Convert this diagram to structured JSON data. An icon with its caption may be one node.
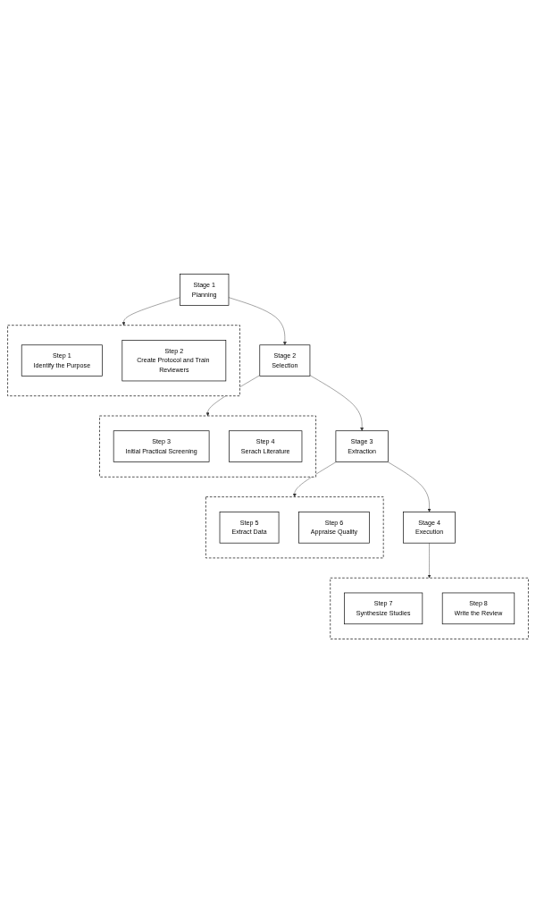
{
  "diagram": {
    "nodes": [
      {
        "text": [
          "Stage 1",
          "Planning"
        ]
      },
      {
        "text": [],
        "shape": "box"
      },
      {
        "text": [
          "Step 1",
          "Identify the Purpose"
        ],
        "in": 1
      },
      {
        "text": [
          "Step 2",
          "Create Protocol and Train Reviewers"
        ],
        "in": 1
      },
      {
        "text": [
          "Stage 2",
          "Selection"
        ]
      },
      {
        "text": [],
        "shape": "box"
      },
      {
        "text": [
          "Step 3",
          "Initial Practical Screening"
        ],
        "in": 5
      },
      {
        "text": [
          "Step 4",
          "Serach Literature"
        ],
        "in": 5
      },
      {
        "text": [
          "Stage 3",
          "Extraction"
        ]
      },
      {
        "text": [],
        "shape": "box"
      },
      {
        "text": [
          "Step 5",
          "Extract Data"
        ],
        "in": 9
      },
      {
        "text": [
          "Step 6",
          "Appraise Quality"
        ],
        "in": 9
      },
      {
        "text": [
          "Stage 4",
          "Execution"
        ]
      },
      {
        "text": [],
        "shape": "box"
      },
      {
        "text": [
          "Step 7",
          "Synthesize Studies"
        ],
        "in": 13
      },
      {
        "text": [
          "Step 8",
          "Write the Review"
        ],
        "in": 13
      }
    ],
    "edges": [
      {
        "from": 0,
        "to": 1,
        "arrow": "to"
      },
      {
        "from": 0,
        "to": 4,
        "arrow": "to"
      },
      {
        "from": 4,
        "to": 5,
        "arrow": "to"
      },
      {
        "from": 4,
        "to": 8,
        "arrow": "to"
      },
      {
        "from": 8,
        "to": 9,
        "arrow": "to"
      },
      {
        "from": 8,
        "to": 12,
        "arrow": "to"
      },
      {
        "from": 12,
        "to": 13,
        "arrow": "to"
      }
    ]
  }
}
